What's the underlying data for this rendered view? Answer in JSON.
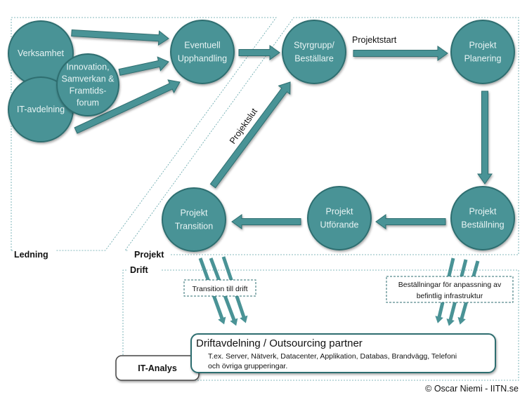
{
  "colors": {
    "node_fill": "#4a9396",
    "node_stroke": "#2d6e70",
    "arrow_fill": "#4a9396",
    "arrow_stroke": "#2d6e70",
    "dashed_border": "#5fa3a8",
    "node_text": "#e8f4f4"
  },
  "regions": {
    "ledning": "Ledning",
    "projekt": "Projekt",
    "drift": "Drift"
  },
  "nodes": {
    "verksamhet": [
      "Verksamhet"
    ],
    "it_avdelning": [
      "IT-avdelning"
    ],
    "innovation": [
      "Innovation,",
      "Samverkan &",
      "Framtids-",
      "forum"
    ],
    "upphandling": [
      "Eventuell",
      "Upphandling"
    ],
    "styrgrupp": [
      "Styrgrupp/",
      "Beställare"
    ],
    "planering": [
      "Projekt",
      "Planering"
    ],
    "bestallning": [
      "Projekt",
      "Beställning"
    ],
    "utforande": [
      "Projekt",
      "Utförande"
    ],
    "transition": [
      "Projekt",
      "Transition"
    ]
  },
  "arrow_labels": {
    "projektstart": "Projektstart",
    "projektslut": "Projektslut"
  },
  "callouts": {
    "transition_till_drift": [
      "Transition till drift"
    ],
    "bestallningar": [
      "Beställningar för anpassning av",
      "befintlig infrastruktur"
    ]
  },
  "drift_box": {
    "title": "Driftavdelning / Outsourcing partner",
    "lines": [
      "T.ex. Server, Nätverk, Datacenter, Applikation, Databas, Brandvägg, Telefoni",
      "och övriga grupperingar."
    ]
  },
  "it_analys": "IT-Analys",
  "credit": "© Oscar Niemi - IITN.se"
}
